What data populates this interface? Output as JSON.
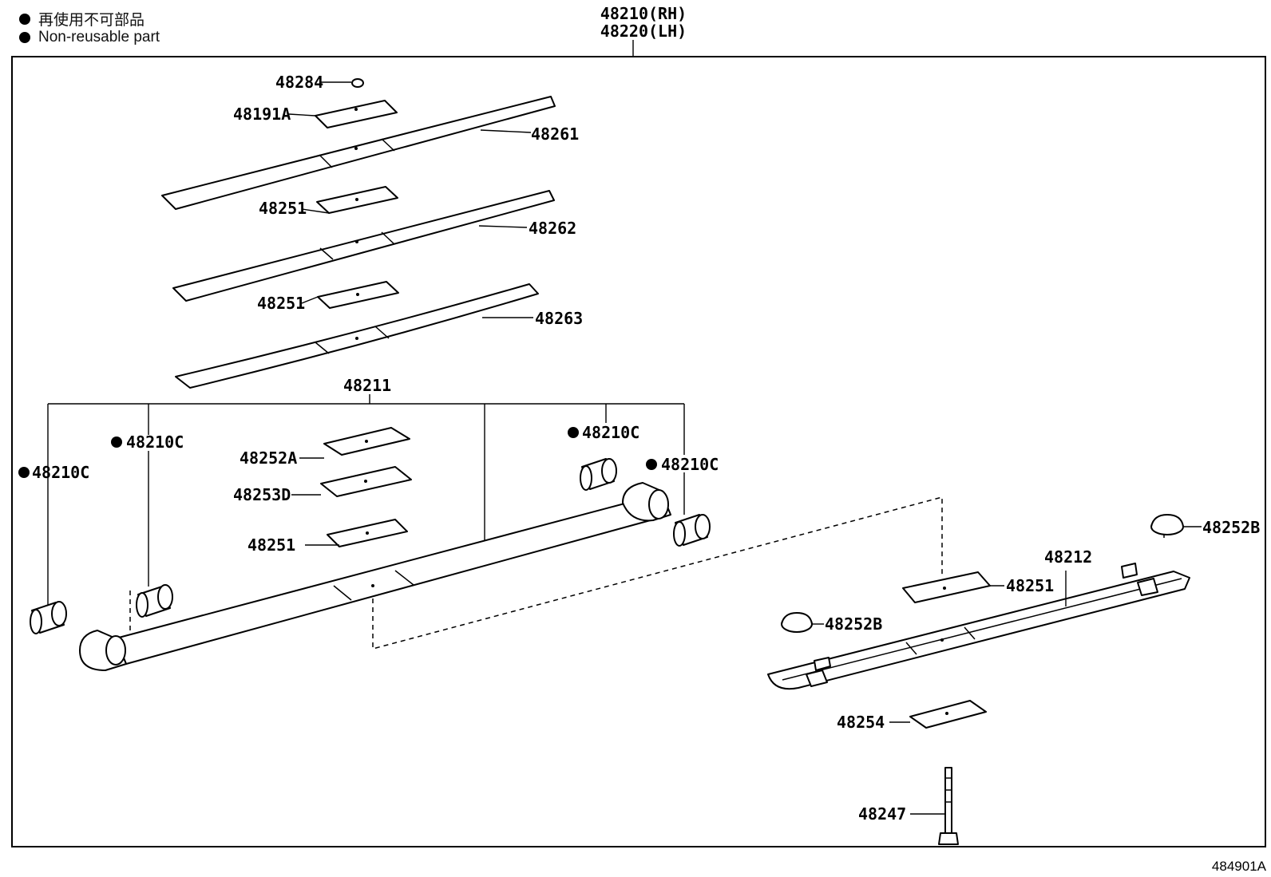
{
  "legend": {
    "line1": "再使用不可部品",
    "line2": "Non-reusable part"
  },
  "assembly": {
    "label_rh": "48210(RH)",
    "label_lh": "48220(LH)"
  },
  "callouts": {
    "p48284": "48284",
    "p48191a": "48191A",
    "p48261": "48261",
    "p48251_a": "48251",
    "p48262": "48262",
    "p48251_b": "48251",
    "p48263": "48263",
    "p48211": "48211",
    "p48210c_1": "48210C",
    "p48210c_2": "48210C",
    "p48210c_3": "48210C",
    "p48210c_4": "48210C",
    "p48252a": "48252A",
    "p48253d": "48253D",
    "p48251_c": "48251",
    "p48252b_1": "48252B",
    "p48212": "48212",
    "p48251_d": "48251",
    "p48252b_2": "48252B",
    "p48254": "48254",
    "p48247": "48247"
  },
  "figure_code": "484901A"
}
